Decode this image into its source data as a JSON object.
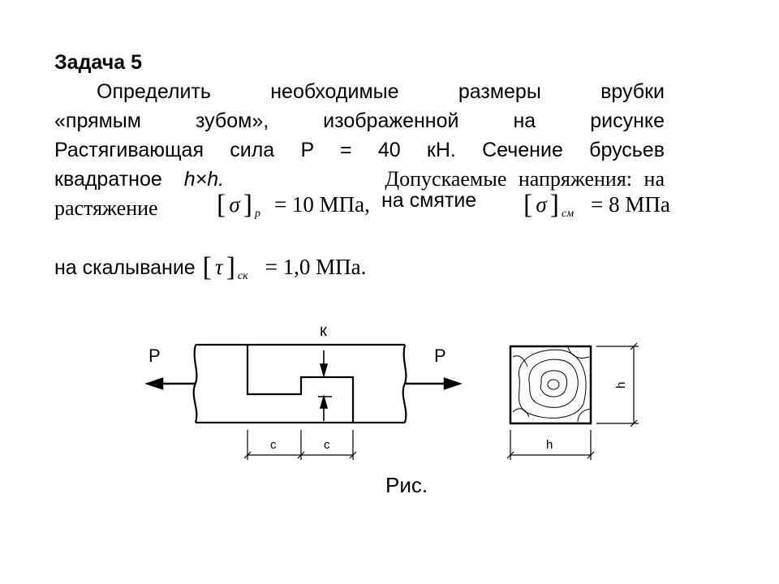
{
  "slide": {
    "title": "Задача 5",
    "line1": "Определить необходимые размеры врубки",
    "line2": "«прямым зубом», изображенной на рисунке",
    "line3": "Растягивающая сила P = 40 кН. Сечение брусьев",
    "line4_prefix": "квадратное",
    "line4_var": "h×h.",
    "line4_serif": "Допускаемые напряжения: на",
    "line5_serif": "растяжение",
    "sigma": "σ",
    "tau": "τ",
    "tension_sub": "p",
    "tension_value": "= 10 МПа,",
    "crush_label": "на смятие",
    "crush_sub": "см",
    "crush_value": "= 8 МПа",
    "shear_label": "на скалывание",
    "shear_sub": "ск",
    "shear_value": "= 1,0 МПа."
  },
  "figure": {
    "force_left": "P",
    "force_right": "P",
    "label_k": "к",
    "dim_c1": "c",
    "dim_c2": "c",
    "dim_h_bottom": "h",
    "dim_h_right": "h",
    "caption": "Рис."
  }
}
